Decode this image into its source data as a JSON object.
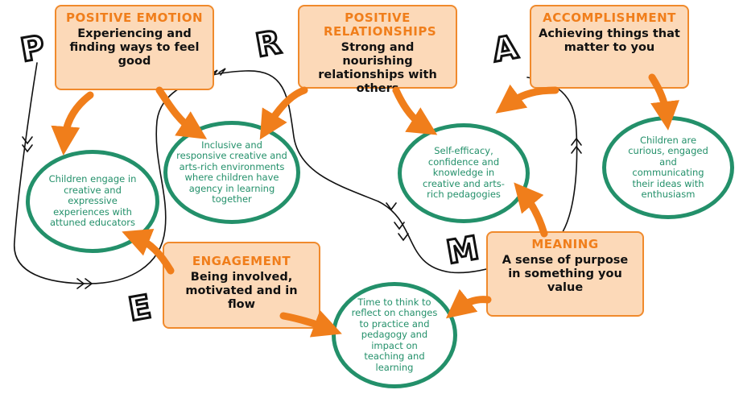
{
  "letters": {
    "p": "P",
    "r": "R",
    "a": "A",
    "m": "M",
    "e": "E"
  },
  "boxes": {
    "positive_emotion": {
      "title": "POSITIVE EMOTION",
      "text": "Experiencing and finding ways to feel good"
    },
    "positive_relationships": {
      "title": "POSITIVE RELATIONSHIPS",
      "text": "Strong and nourishing relationships with others"
    },
    "accomplishment": {
      "title": "ACCOMPLISHMENT",
      "text": "Achieving things that matter to you"
    },
    "meaning": {
      "title": "MEANING",
      "text": "A sense of purpose in something you value"
    },
    "engagement": {
      "title": "ENGAGEMENT",
      "text": "Being involved, motivated and in flow"
    }
  },
  "circles": {
    "engage": "Children engage in creative and expressive experiences with attuned educators",
    "inclusive": "Inclusive and responsive creative and arts-rich environments where children have agency in learning together",
    "efficacy": "Self-efficacy, confidence and knowledge in creative and arts-rich pedagogies",
    "curious": "Children are curious, engaged and communicating their ideas with enthusiasm",
    "reflect": "Time to think to reflect on changes to practice and pedagogy and impact on teaching and learning"
  },
  "colors": {
    "orange": "#f07e1b",
    "box_fill": "#fcd9b8",
    "green": "#23906a",
    "path": "#111111"
  }
}
